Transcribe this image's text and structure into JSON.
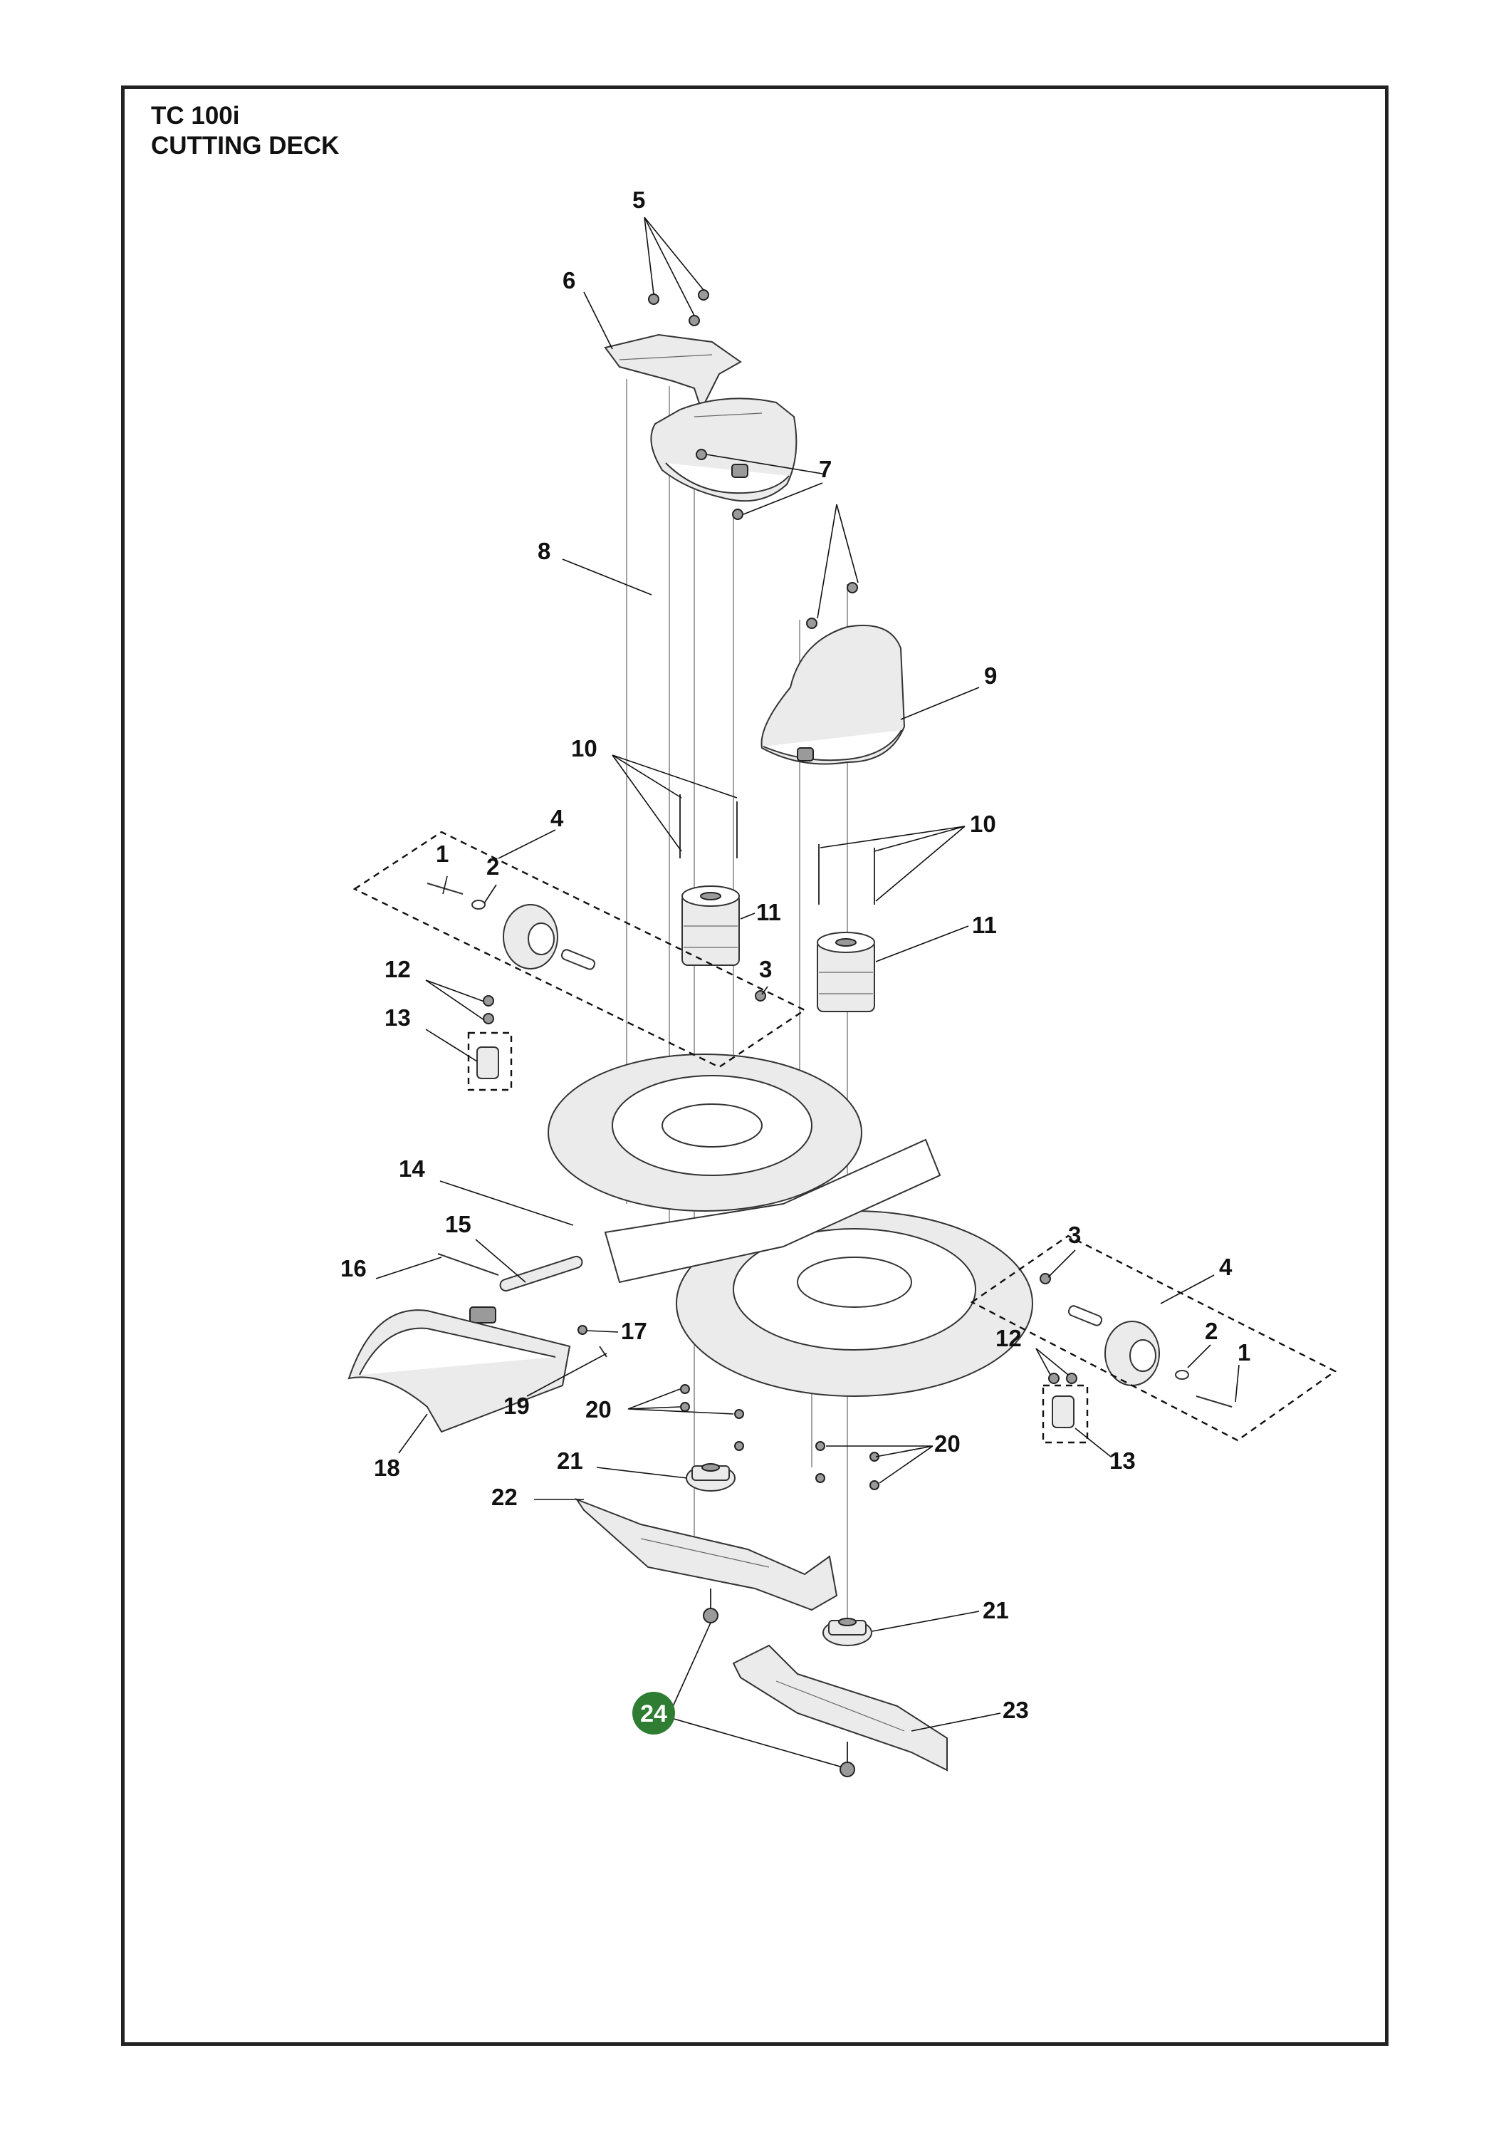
{
  "header": {
    "model": "TC 100i",
    "section": "CUTTING DECK"
  },
  "callouts": {
    "c1a": "1",
    "c1b": "1",
    "c2a": "2",
    "c2b": "2",
    "c3a": "3",
    "c3b": "3",
    "c4a": "4",
    "c4b": "4",
    "c5": "5",
    "c6": "6",
    "c7": "7",
    "c8": "8",
    "c9": "9",
    "c10a": "10",
    "c10b": "10",
    "c11a": "11",
    "c11b": "11",
    "c12a": "12",
    "c12b": "12",
    "c13a": "13",
    "c13b": "13",
    "c14": "14",
    "c15": "15",
    "c16": "16",
    "c17": "17",
    "c18": "18",
    "c19": "19",
    "c20a": "20",
    "c20b": "20",
    "c21a": "21",
    "c21b": "21",
    "c22": "22",
    "c23": "23",
    "c24": "24"
  },
  "highlight": {
    "callout": "24",
    "color": "#2e7d32"
  }
}
